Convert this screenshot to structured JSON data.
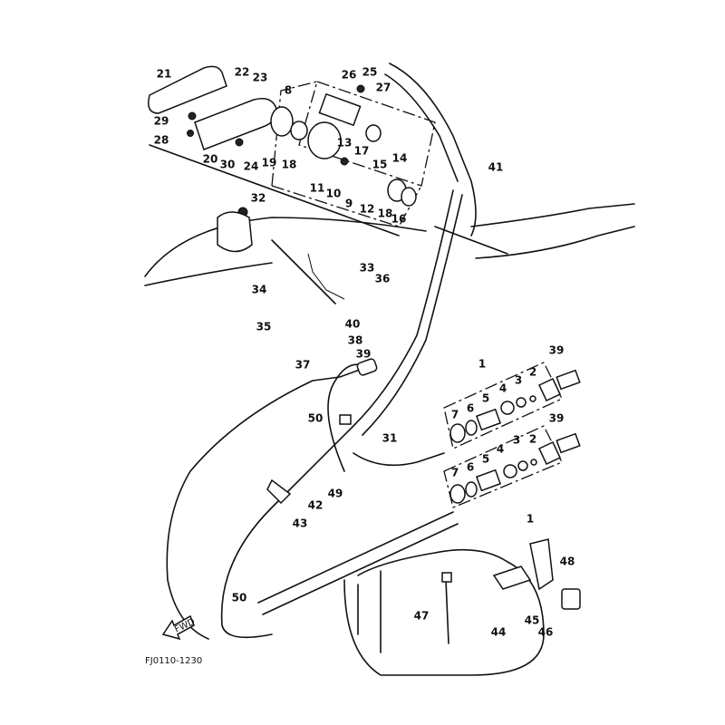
{
  "diagram_code": "FJ0110-1230",
  "fwd_label": "FWD",
  "callouts": [
    "21",
    "22",
    "23",
    "8",
    "26",
    "25",
    "27",
    "29",
    "28",
    "20",
    "30",
    "24",
    "19",
    "18",
    "13",
    "17",
    "15",
    "14",
    "11",
    "10",
    "9",
    "12",
    "18",
    "16",
    "41",
    "32",
    "33",
    "36",
    "34",
    "35",
    "40",
    "38",
    "39",
    "37",
    "1",
    "39",
    "2",
    "3",
    "4",
    "5",
    "6",
    "7",
    "39",
    "2",
    "3",
    "4",
    "5",
    "6",
    "7",
    "1",
    "50",
    "31",
    "49",
    "42",
    "43",
    "48",
    "50",
    "47",
    "45",
    "44",
    "46"
  ]
}
